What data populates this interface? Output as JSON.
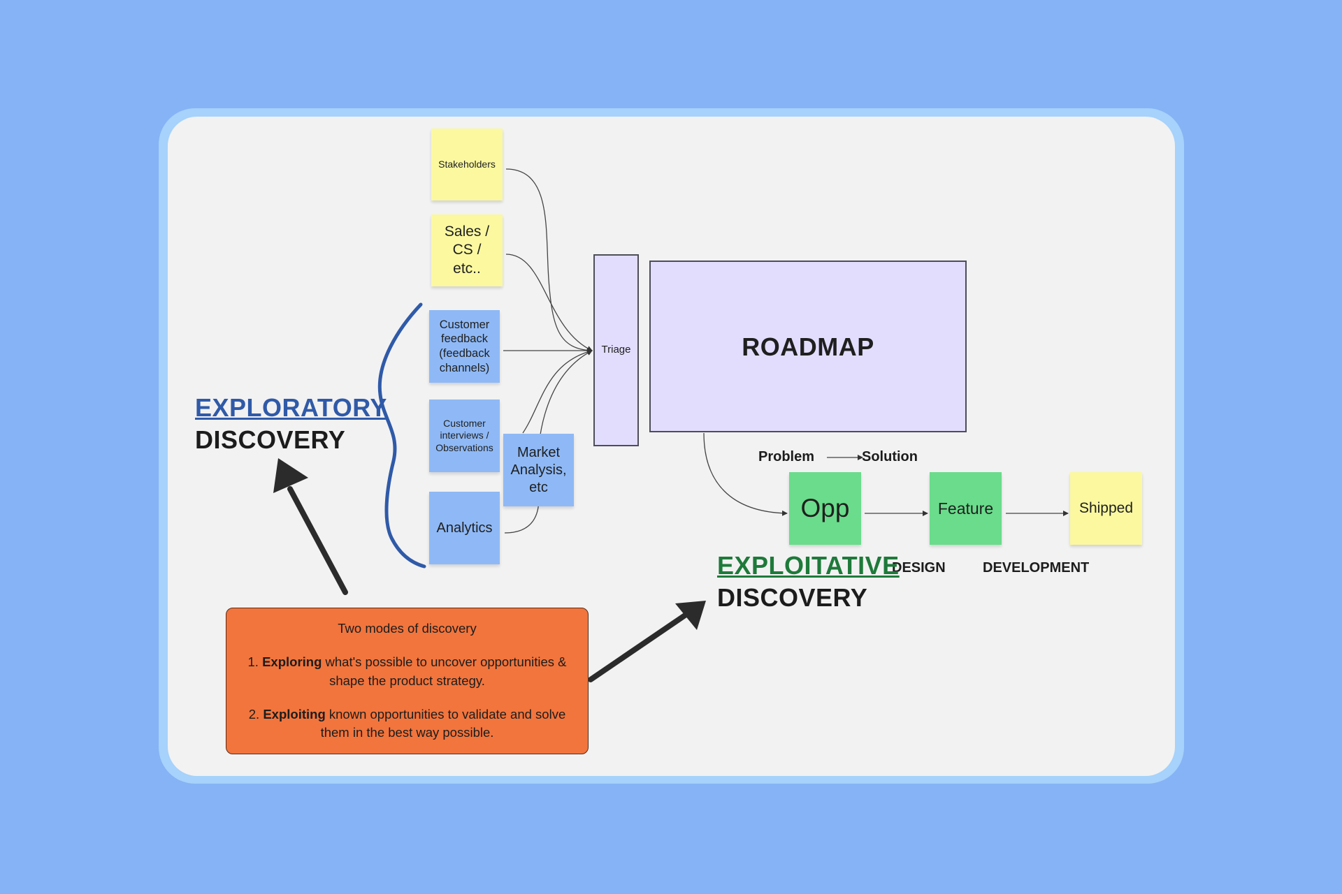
{
  "exploratory": {
    "word1": "EXPLORATORY",
    "word2": "DISCOVERY",
    "color": "#2f5aa8"
  },
  "exploitative": {
    "word1": "EXPLOITATIVE",
    "word2": "DISCOVERY",
    "color": "#1e7a3a"
  },
  "sources": {
    "stakeholders": "Stakeholders",
    "sales": "Sales / CS / etc..",
    "customer_feedback": "Customer feedback (feedback channels)",
    "customer_interviews": "Customer interviews / Observations",
    "market_analysis": "Market Analysis, etc",
    "analytics": "Analytics"
  },
  "triage": "Triage",
  "roadmap": "ROADMAP",
  "flow": {
    "problem": "Problem",
    "solution": "Solution",
    "opp": "Opp",
    "feature": "Feature",
    "shipped": "Shipped",
    "design": "DESIGN",
    "development": "DEVELOPMENT"
  },
  "callout": {
    "title": "Two modes of discovery",
    "item1_prefix": "1. ",
    "item1_bold": "Exploring",
    "item1_text": " what's possible to uncover opportunities & shape the product strategy.",
    "item2_prefix": "2. ",
    "item2_bold": "Exploiting",
    "item2_text": " known opportunities to validate and solve them in the best way possible."
  },
  "colors": {
    "background": "#85b3f5",
    "board": "#f2f2f2",
    "yellow_note": "#fbf8a0",
    "blue_note": "#8fb9f6",
    "green_note": "#6adc8b",
    "roadmap_fill": "#e2ddfd",
    "callout_fill": "#f2753d",
    "brace": "#2f5aa8"
  }
}
